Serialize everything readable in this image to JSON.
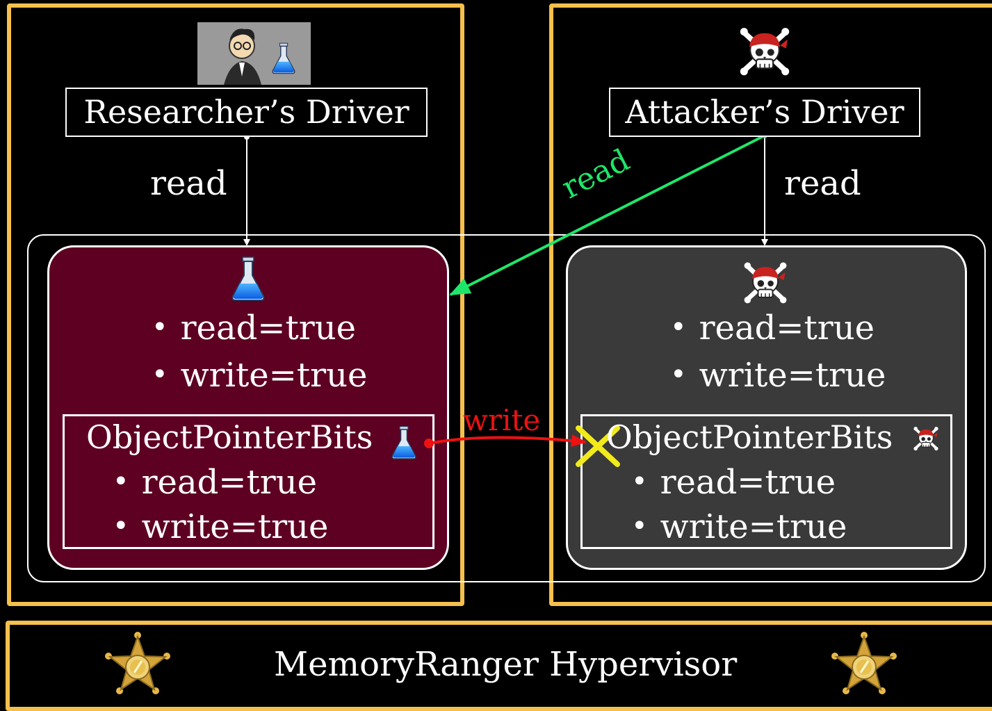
{
  "researcher": {
    "driver_label": "Researcher’s Driver",
    "read_label": "read",
    "region": {
      "flags": [
        "read=true",
        "write=true"
      ],
      "object_title": "ObjectPointerBits",
      "object_flags": [
        "read=true",
        "write=true"
      ]
    }
  },
  "attacker": {
    "driver_label": "Attacker’s Driver",
    "read_label": "read",
    "cross_read_label": "read",
    "region": {
      "flags": [
        "read=true",
        "write=true"
      ],
      "object_title": "ObjectPointerBits",
      "object_flags": [
        "read=true",
        "write=true"
      ]
    }
  },
  "write_label": "write",
  "hypervisor": {
    "title": "MemoryRanger Hypervisor"
  },
  "colors": {
    "enclave_border": "#f5c04d",
    "researcher_region": "#5e0022",
    "attacker_region": "#3a3a3a",
    "cross_read_arrow": "#1ee66a",
    "write_arrow": "#ee1111",
    "blocked_x": "#f2ea1a"
  },
  "icons": [
    "scientist-icon",
    "flask-icon",
    "pirate-skull-icon",
    "sheriff-star-icon",
    "blocked-x-icon"
  ]
}
